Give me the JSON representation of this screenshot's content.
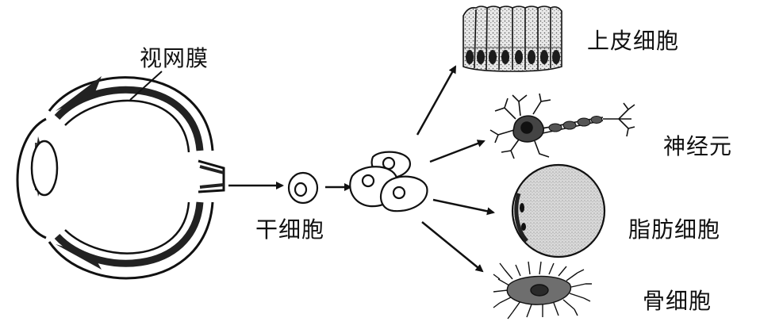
{
  "labels": {
    "retina": "视网膜",
    "stem_cell": "干细胞",
    "epithelial": "上皮细胞",
    "neuron": "神经元",
    "fat": "脂肪细胞",
    "bone": "骨细胞"
  }
}
